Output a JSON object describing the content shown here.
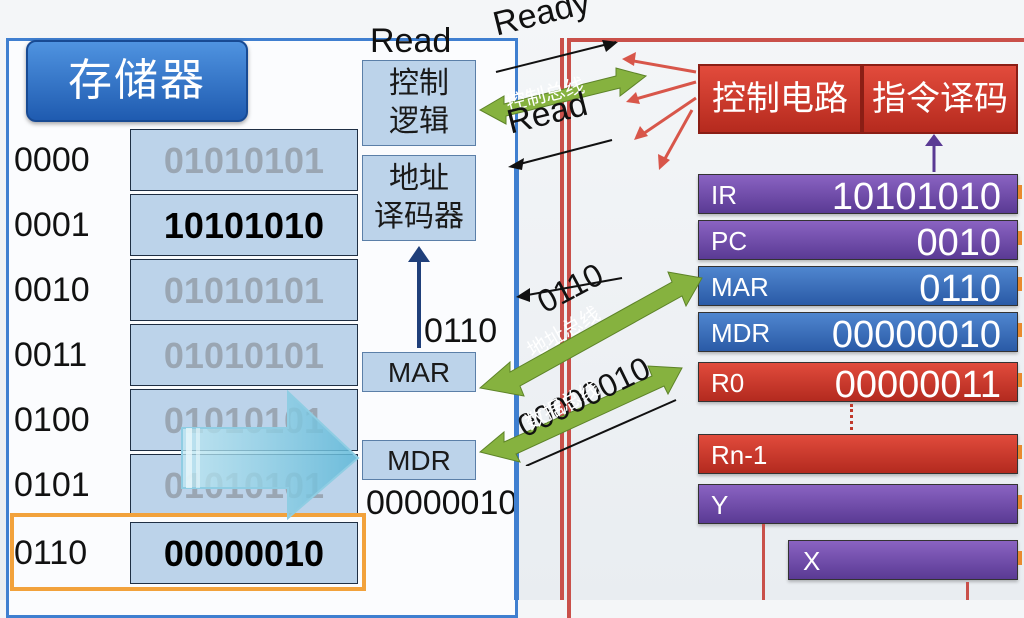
{
  "memory": {
    "title": "存储器",
    "rows": [
      {
        "addr": "0000",
        "value": "01010101"
      },
      {
        "addr": "0001",
        "value": "10101010"
      },
      {
        "addr": "0010",
        "value": "01010101"
      },
      {
        "addr": "0011",
        "value": "01010101"
      },
      {
        "addr": "0100",
        "value": "01010101"
      },
      {
        "addr": "0101",
        "value": "01010101"
      },
      {
        "addr": "0110",
        "value": "00000010"
      }
    ],
    "highlighted_row": "0110"
  },
  "control_logic": {
    "line1": "控制",
    "line2": "逻辑"
  },
  "address_decoder": {
    "line1": "地址",
    "line2": "译码器"
  },
  "mar_label": "MAR",
  "mdr_label": "MDR",
  "mar_value": "0110",
  "mdr_value": "00000010",
  "signals": {
    "read_top": "Read",
    "ready": "Ready",
    "read_bottom": "Read"
  },
  "buses": {
    "control": "控制总线",
    "address": "地址总线",
    "data": "数据总线",
    "address_value": "0110",
    "data_value": "00000010"
  },
  "cpu": {
    "control_circuit": "控制电路",
    "instruction_decode": "指令译码",
    "registers": [
      {
        "name": "IR",
        "value": "10101010",
        "color": "#6b47a8"
      },
      {
        "name": "PC",
        "value": "0010",
        "color": "#6b47a8"
      },
      {
        "name": "MAR",
        "value": "0110",
        "color": "#3a6fbf"
      },
      {
        "name": "MDR",
        "value": "00000010",
        "color": "#3a6fbf"
      },
      {
        "name": "R0",
        "value": "00000011",
        "color": "#c3382a"
      },
      {
        "name": "Rn-1",
        "value": "",
        "color": "#c3382a"
      },
      {
        "name": "Y",
        "value": "",
        "color": "#6b47a8"
      },
      {
        "name": "X",
        "value": "",
        "color": "#6b47a8"
      }
    ]
  },
  "colors": {
    "memory_border": "#3f7fd0",
    "cpu_border": "#c9504a",
    "highlight": "#f2a23c",
    "bus_green": "#7fae3a"
  }
}
